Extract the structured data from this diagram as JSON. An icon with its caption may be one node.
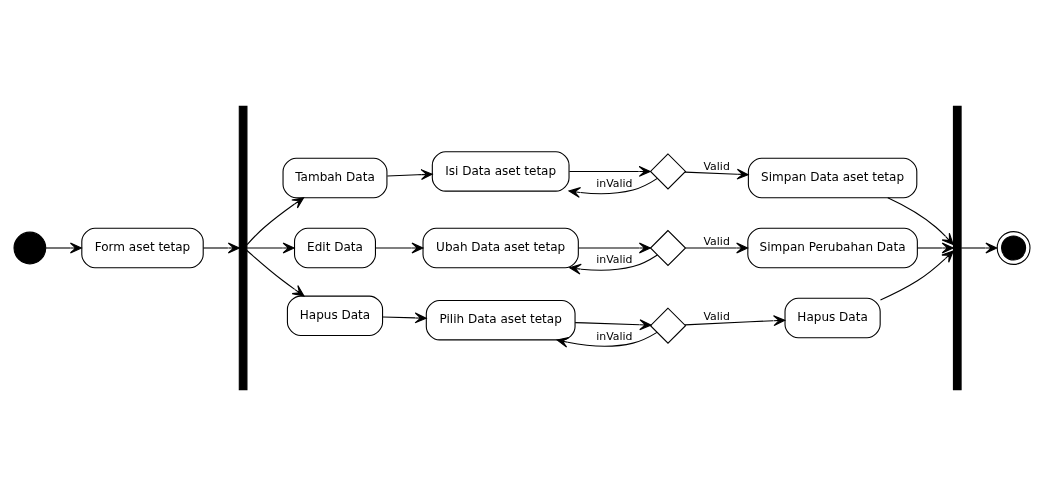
{
  "diagram": {
    "nodes": [
      {
        "text": [],
        "shape": "circle"
      },
      {
        "text": [
          "Form aset tetap"
        ]
      },
      {
        "text": [],
        "shape": "bar"
      },
      {
        "text": [
          "Tambah Data"
        ]
      },
      {
        "text": [
          "Isi Data aset tetap"
        ]
      },
      {
        "text": [],
        "shape": "diamond"
      },
      {
        "text": [
          "Simpan Data aset tetap"
        ]
      },
      {
        "text": [
          "Edit Data"
        ]
      },
      {
        "text": [
          "Ubah Data aset tetap"
        ]
      },
      {
        "text": [],
        "shape": "diamond"
      },
      {
        "text": [
          "Simpan Perubahan Data"
        ]
      },
      {
        "text": [
          "Hapus Data"
        ]
      },
      {
        "text": [
          "Pilih Data aset tetap"
        ]
      },
      {
        "text": [],
        "shape": "diamond"
      },
      {
        "text": [
          "Hapus Data"
        ]
      },
      {
        "text": [],
        "shape": "bar"
      },
      {
        "text": [],
        "shape": "bullseye"
      }
    ],
    "edges": [
      {
        "from": 0,
        "to": 1,
        "arrow": "to"
      },
      {
        "from": 1,
        "to": 2,
        "arrow": "to"
      },
      {
        "from": 2,
        "to": 3,
        "arrow": "to"
      },
      {
        "from": 3,
        "to": 4,
        "arrow": "to"
      },
      {
        "from": 4,
        "to": 5,
        "arrow": "to"
      },
      {
        "from": 5,
        "to": 4,
        "arrow": "to",
        "label": "inValid"
      },
      {
        "from": 5,
        "to": 6,
        "arrow": "to",
        "label": "Valid"
      },
      {
        "from": 6,
        "to": 15,
        "arrow": "to"
      },
      {
        "from": 2,
        "to": 7,
        "arrow": "to"
      },
      {
        "from": 7,
        "to": 8,
        "arrow": "to"
      },
      {
        "from": 8,
        "to": 9,
        "arrow": "to"
      },
      {
        "from": 9,
        "to": 8,
        "arrow": "to",
        "label": "inValid"
      },
      {
        "from": 9,
        "to": 10,
        "arrow": "to",
        "label": "Valid"
      },
      {
        "from": 10,
        "to": 15,
        "arrow": "to"
      },
      {
        "from": 2,
        "to": 11,
        "arrow": "to"
      },
      {
        "from": 11,
        "to": 12,
        "arrow": "to"
      },
      {
        "from": 12,
        "to": 13,
        "arrow": "to"
      },
      {
        "from": 13,
        "to": 12,
        "arrow": "to",
        "label": "inValid"
      },
      {
        "from": 13,
        "to": 14,
        "arrow": "to",
        "label": "Valid"
      },
      {
        "from": 14,
        "to": 15,
        "arrow": "to"
      },
      {
        "from": 15,
        "to": 16,
        "arrow": "to"
      }
    ]
  }
}
